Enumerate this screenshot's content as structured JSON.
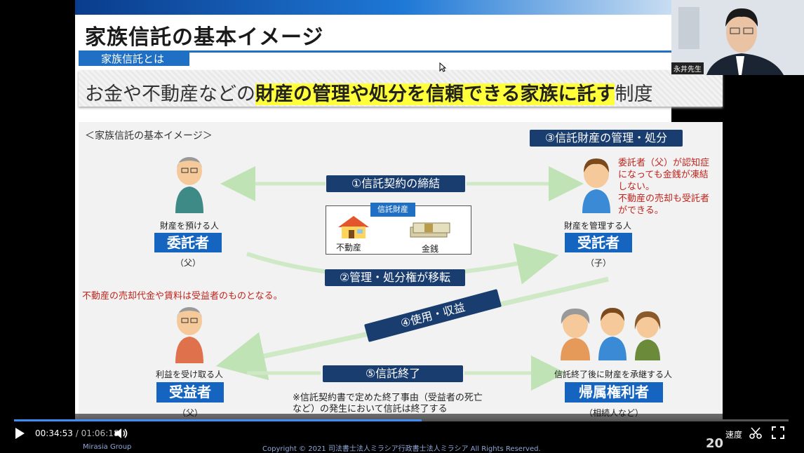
{
  "slide": {
    "title": "家族信託の基本イメージ",
    "section_tag": "家族信託とは",
    "definition": {
      "part1": "お金や不動産などの",
      "highlight": "財産の管理や処分を信頼できる家族に託す",
      "part2": "制度"
    },
    "caption": "＜家族信託の基本イメージ＞",
    "steps": {
      "s1": "①信託契約の締結",
      "s2": "②管理・処分権が移転",
      "s3": "③信託財産の管理・処分",
      "s4": "④使用・収益",
      "s5": "⑤信託終了"
    },
    "trust_property": {
      "label": "信託財産",
      "real_estate": "不動産",
      "money": "金銭"
    },
    "settlor": {
      "desc": "財産を預ける人",
      "role": "委託者",
      "rel": "（父）"
    },
    "trustee": {
      "desc": "財産を管理する人",
      "role": "受託者",
      "rel": "（子）"
    },
    "beneficiary": {
      "desc": "利益を受け取る人",
      "role": "受益者",
      "rel": "（父）"
    },
    "remainder": {
      "desc": "信託終了後に財産を承継する人",
      "role": "帰属権利者",
      "rel": "（相続人など）"
    },
    "note_trustee": "委託者（父）が認知症になっても金銭が凍結しない。不動産の売却も受託者ができる。",
    "note_trustee_lines": [
      "委託者（父）が認知症",
      "になっても金銭が凍結",
      "しない。",
      "不動産の売却も受託者",
      "ができる。"
    ],
    "note_beneficiary": "不動産の売却代金や賃料は受益者のものとなる。",
    "note_end_lines": [
      "※信託契約書で定めた終了事由（受益者の死亡",
      "など）の発生において信託は終了する"
    ],
    "footer_left": "Mirasia Group",
    "footer_center": "Copyright © 2021 司法書士法人ミラシア行政書士法人ミラシア All Rights Reserved.",
    "page_number": "20"
  },
  "webcam": {
    "name": "永井先生"
  },
  "player": {
    "current_time": "00:34:53",
    "separator": "/",
    "duration": "01:06:18",
    "speed_label": "速度",
    "progress_fraction": 0.526
  },
  "colors": {
    "accent": "#1f6fc5",
    "pill": "#1a3d70",
    "role": "#1565c0",
    "highlight": "#ffff3a",
    "note_red": "#c0241c"
  }
}
